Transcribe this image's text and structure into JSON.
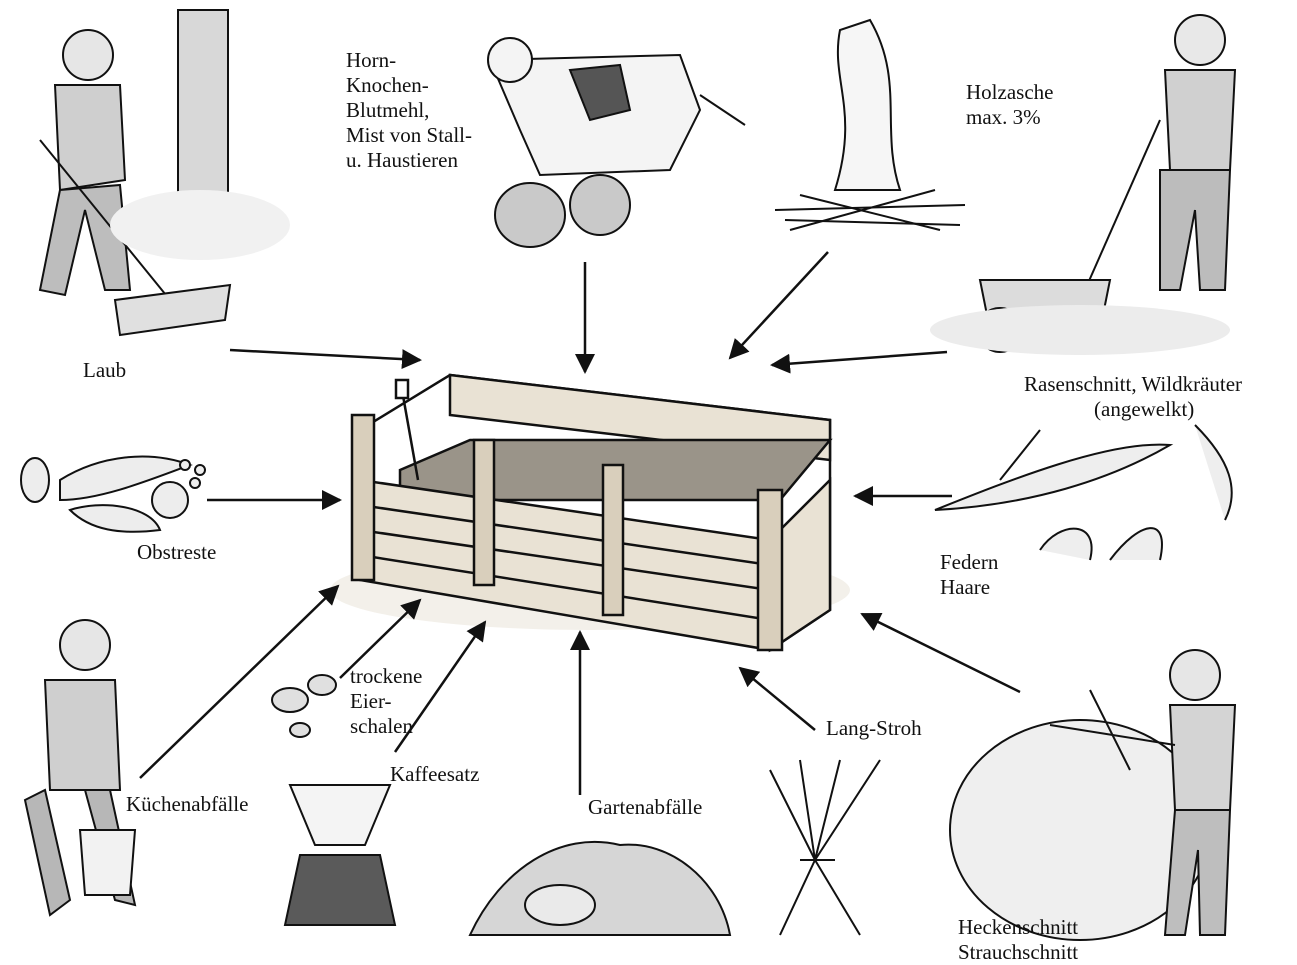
{
  "labels": {
    "laub": "Laub",
    "horn": "Horn-\nKnochen-\nBlutmehl,\nMist von Stall-\nu. Haustieren",
    "holzasche": "Holzasche\nmax. 3%",
    "rasen": "Rasenschnitt, Wildkräuter",
    "rasen2": "(angewelkt)",
    "obst": "Obstreste",
    "federn": "Federn\nHaare",
    "eier": "trockene\nEier-\nschalen",
    "kaffee": "Kaffeesatz",
    "kueche": "Küchenabfälle",
    "garten": "Gartenabfälle",
    "stroh": "Lang-Stroh",
    "hecke": "Heckenschnitt\nStrauchschnitt"
  },
  "colors": {
    "ink": "#111111",
    "wood": "#e9e2d4",
    "stipple": "#555555",
    "background": "#ffffff"
  },
  "icons": {
    "center": "compost-bin-icon",
    "laub": "raking-person-icon",
    "horn": "cow-and-hens-icon",
    "holzasche": "campfire-icon",
    "rasen": "lawnmower-person-icon",
    "obst": "fruit-scraps-icon",
    "federn": "feathers-hair-icon",
    "eier": "eggshells-icon",
    "kaffee": "coffee-filter-icon",
    "kueche": "bucket-person-icon",
    "garten": "garden-waste-icon",
    "stroh": "straw-sheaf-icon",
    "hecke": "hedge-trimmer-person-icon"
  }
}
